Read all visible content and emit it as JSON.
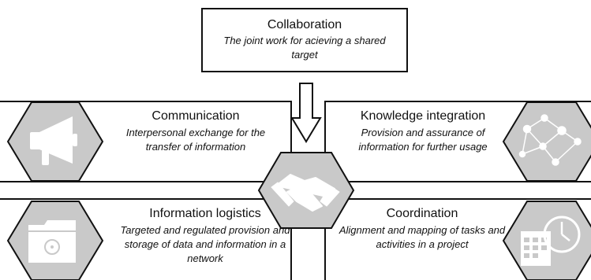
{
  "collaboration": {
    "title": "Collaboration",
    "description": "The joint work for acieving a shared target"
  },
  "communication": {
    "title": "Communication",
    "description": "Interpersonal exchange  for the transfer of information",
    "icon": "megaphone-icon"
  },
  "knowledge_integration": {
    "title": "Knowledge integration",
    "description": "Provision and assurance of information for further usage",
    "icon": "network-icon"
  },
  "information_logistics": {
    "title": "Information logistics",
    "description": "Targeted and regulated provision and storage of data and information in a network",
    "icon": "folder-network-icon"
  },
  "coordination": {
    "title": "Coordination",
    "description": "Alignment and mapping of tasks and activities in a project",
    "icon": "calendar-clock-icon"
  },
  "center": {
    "icon": "handshake-icon"
  },
  "colors": {
    "hexagon_fill": "#c9c9c9",
    "border": "#111111",
    "icon": "#ffffff"
  }
}
